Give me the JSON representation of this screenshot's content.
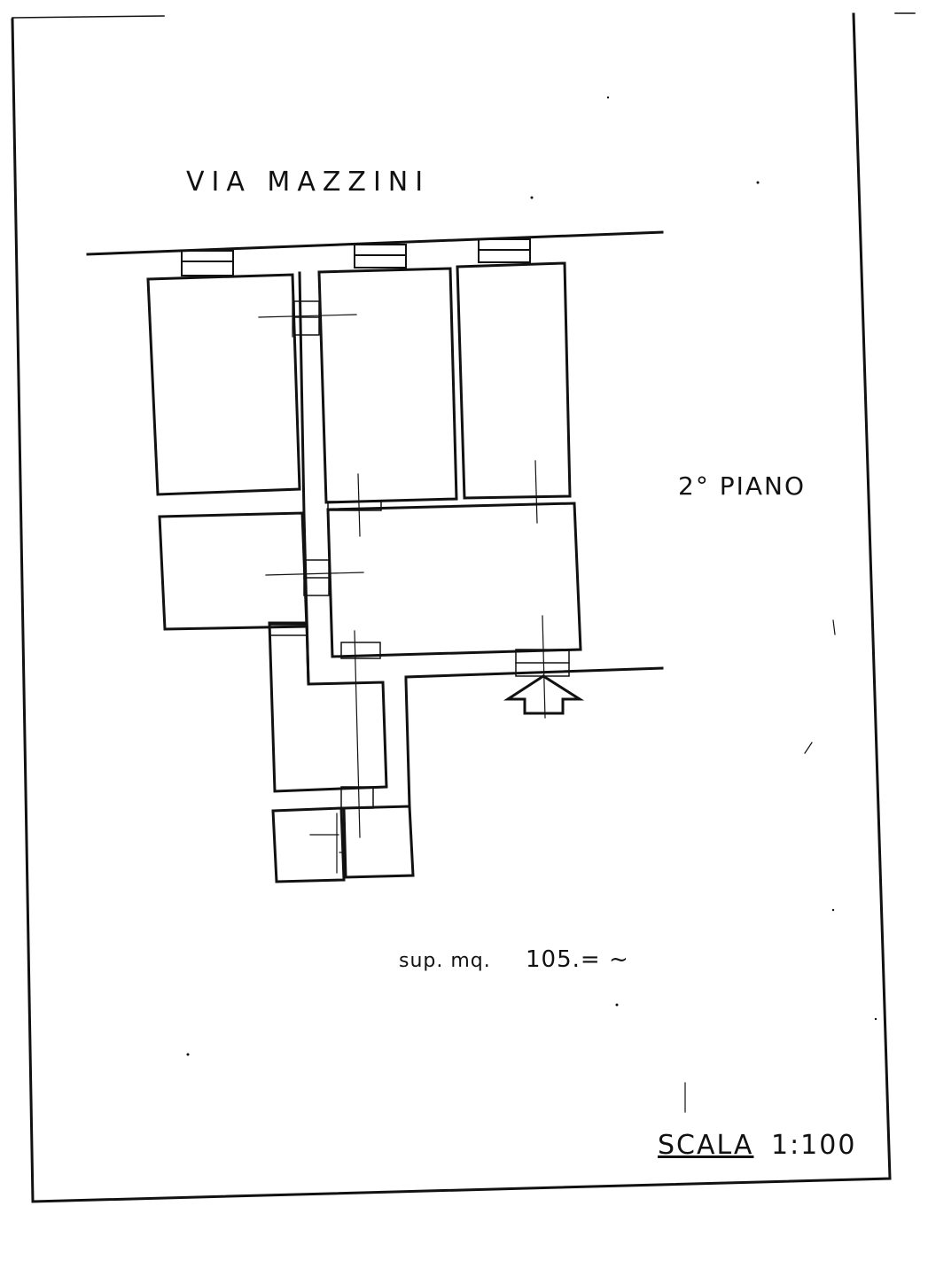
{
  "street_label": "VIA MAZZINI",
  "floor_label": "2° PIANO",
  "area": {
    "label": "sup. mq.",
    "value": "105.= ~"
  },
  "scale": {
    "label": "SCALA",
    "value": "1:100"
  },
  "icons": {
    "entrance": "entrance-arrow-icon"
  }
}
